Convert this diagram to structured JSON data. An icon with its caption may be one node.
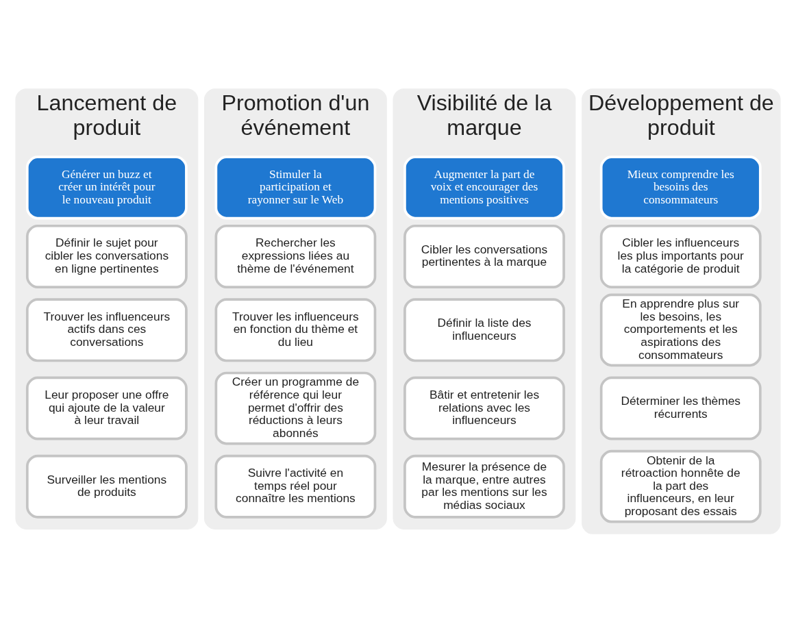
{
  "diagram": {
    "nodes": [
      {
        "text": [
          "Lancement de produit"
        ]
      },
      {
        "text": [
          "Générer un buzz et créer un intérêt pour le nouveau produit"
        ],
        "in": 0
      },
      {
        "text": [
          "Définir le sujet pour cibler les conversations en ligne pertinentes"
        ],
        "in": 0
      },
      {
        "text": [
          "Trouver les influenceurs actifs dans ces conversations"
        ],
        "in": 0
      },
      {
        "text": [
          "Leur proposer une offre qui ajoute de la valeur à leur travail"
        ],
        "in": 0
      },
      {
        "text": [
          "Surveiller les mentions de produits"
        ],
        "in": 0
      },
      {
        "text": [
          "Promotion d'un événement"
        ]
      },
      {
        "text": [
          "Stimuler la participation et rayonner sur le Web"
        ],
        "in": 6
      },
      {
        "text": [
          "Rechercher les expressions liées au thème de l'événement"
        ],
        "in": 6
      },
      {
        "text": [
          "Trouver les influenceurs en fonction du thème et du lieu"
        ],
        "in": 6
      },
      {
        "text": [
          "Créer un programme de référence qui leur permet d'offrir des réductions à leurs abonnés"
        ],
        "in": 6
      },
      {
        "text": [
          "Suivre l'activité en temps réel pour connaître les mentions"
        ],
        "in": 6
      },
      {
        "text": [
          "Visibilité de la marque"
        ]
      },
      {
        "text": [
          "Augmenter la part de voix et encourager des mentions positives"
        ],
        "in": 12
      },
      {
        "text": [
          "Cibler les conversations pertinentes à la marque"
        ],
        "in": 12
      },
      {
        "text": [
          "Définir la liste des influenceurs"
        ],
        "in": 12
      },
      {
        "text": [
          "Bâtir et entretenir les relations avec les influenceurs"
        ],
        "in": 12
      },
      {
        "text": [
          "Mesurer la présence de la marque, entre autres par les mentions sur les médias sociaux"
        ],
        "in": 12
      },
      {
        "text": [
          "Développement de produit"
        ]
      },
      {
        "text": [
          "Mieux comprendre les besoins des consommateurs"
        ],
        "in": 18
      },
      {
        "text": [
          "Cibler les influenceurs les plus importants pour la catégorie de produit"
        ],
        "in": 18
      },
      {
        "text": [
          "En apprendre plus sur les besoins, les comportements et les aspirations des consommateurs"
        ],
        "in": 18
      },
      {
        "text": [
          "Déterminer les thèmes récurrents"
        ],
        "in": 18
      },
      {
        "text": [
          "Obtenir de la rétroaction honnête de la part des influenceurs, en leur proposant des essais"
        ],
        "in": 18
      }
    ]
  }
}
